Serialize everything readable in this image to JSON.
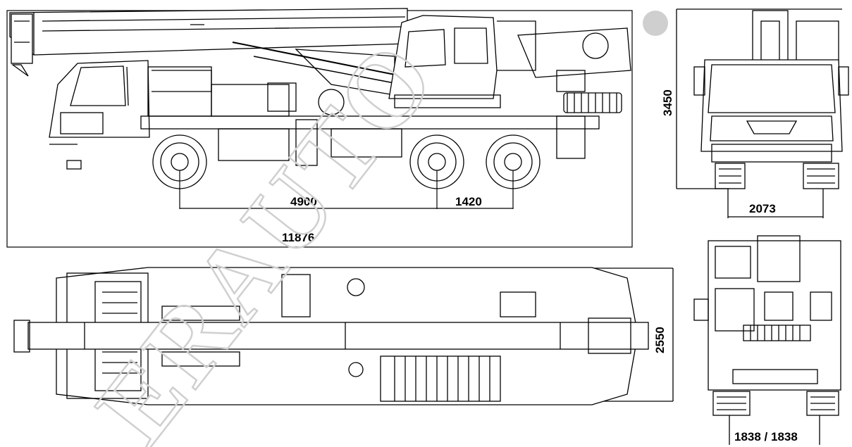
{
  "views": {
    "side": {
      "length_label": "11876",
      "wheelbase_label": "4900",
      "axle_spacing_label": "1420"
    },
    "front": {
      "height_label": "3450",
      "track_label": "2073"
    },
    "top": {
      "width_label": "2550"
    },
    "rear": {
      "track_label": "1838 / 1838"
    }
  },
  "watermark": {
    "text": "ERAUTO"
  },
  "colors": {
    "line": "#000000",
    "watermark": "#cfcfcf",
    "background": "#ffffff"
  }
}
